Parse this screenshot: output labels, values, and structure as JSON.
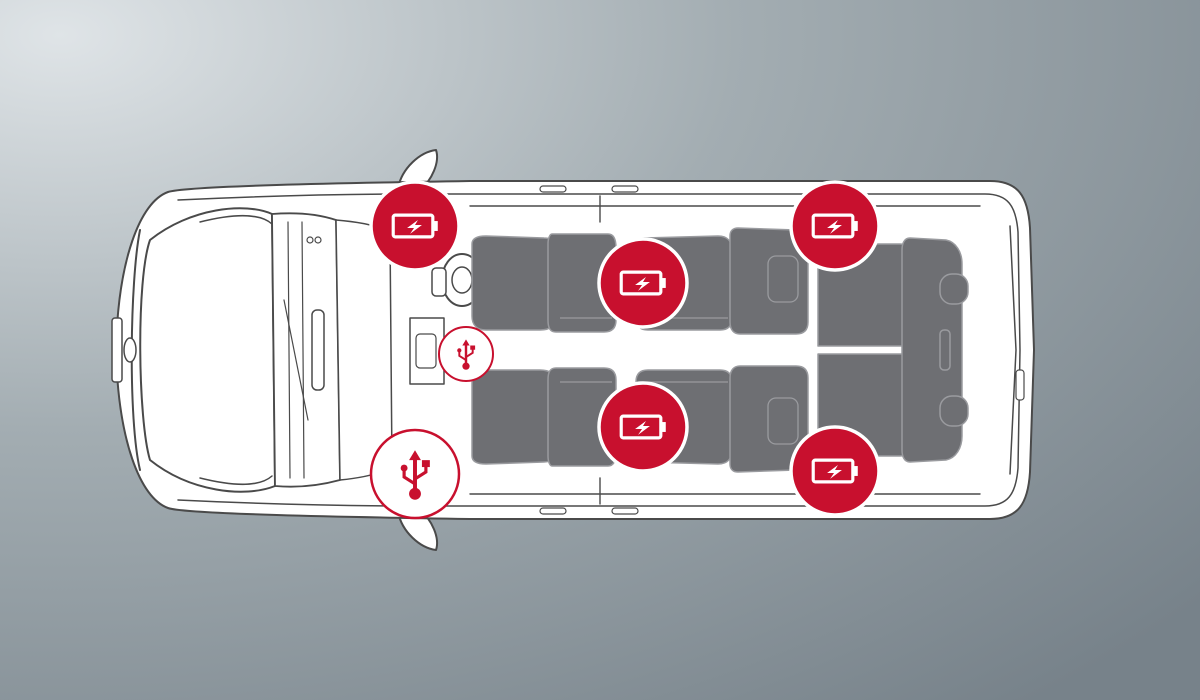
{
  "colors": {
    "background_light": "#dde2e5",
    "background_mid": "#a6b0b5",
    "background_dark": "#7a858c",
    "car_outline": "#4a4a4a",
    "car_body": "#ffffff",
    "seat_fill": "#6e6f73",
    "seat_line": "#9a9b9f",
    "badge_red": "#c8102e",
    "badge_ring": "#ffffff"
  },
  "icons": {
    "battery": "battery-charging-icon",
    "usb": "usb-icon"
  },
  "charging_points": [
    {
      "type": "battery",
      "location": "front-left-door"
    },
    {
      "type": "battery",
      "location": "second-row-left"
    },
    {
      "type": "battery",
      "location": "rear-left"
    },
    {
      "type": "usb",
      "location": "center-console"
    },
    {
      "type": "usb",
      "location": "front-right"
    },
    {
      "type": "battery",
      "location": "second-row-right"
    },
    {
      "type": "battery",
      "location": "rear-right"
    }
  ]
}
